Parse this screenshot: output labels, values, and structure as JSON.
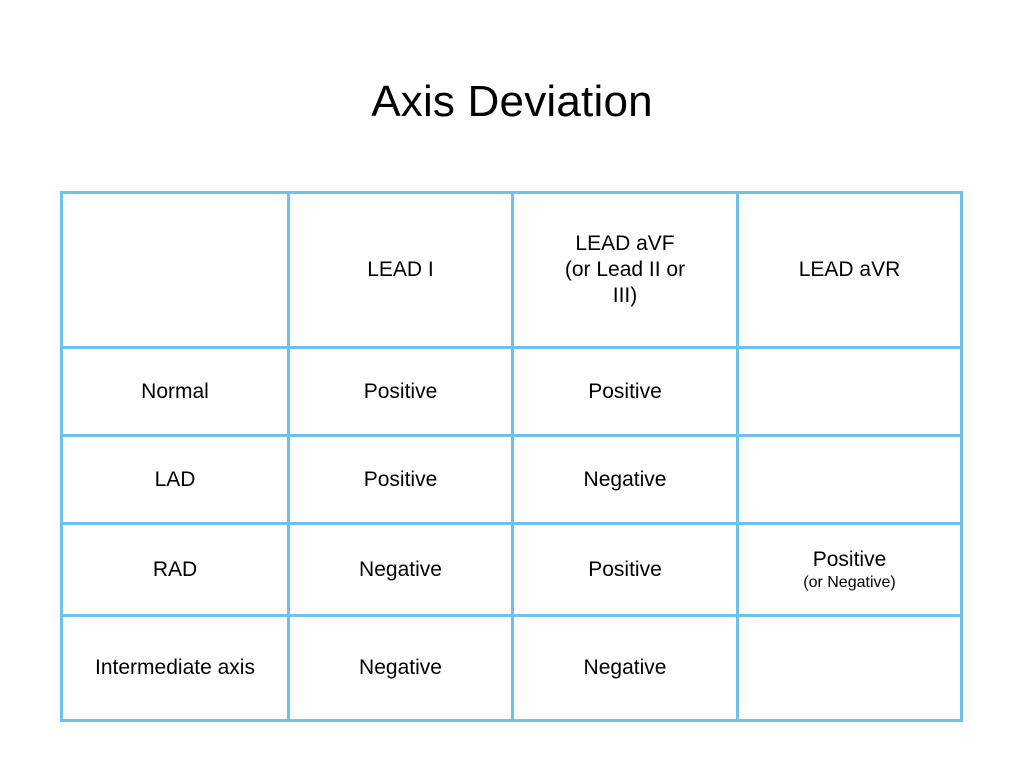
{
  "slide": {
    "title": "Axis Deviation",
    "background_color": "#FFFFFF",
    "border_color": "#6EC1EA",
    "text_color": "#000000"
  },
  "table": {
    "columns": [
      {
        "key": "condition",
        "label": ""
      },
      {
        "key": "lead_i",
        "label": "LEAD I"
      },
      {
        "key": "lead_avf",
        "label": "LEAD aVF\n(or Lead II or\nIII)"
      },
      {
        "key": "lead_avr",
        "label": "LEAD aVR"
      }
    ],
    "header": {
      "corner": "",
      "lead_i": "LEAD I",
      "lead_avf_line1": "LEAD aVF",
      "lead_avf_line2": "(or Lead II or",
      "lead_avf_line3": "III)",
      "lead_avr": "LEAD aVR"
    },
    "rows": [
      {
        "condition": "Normal",
        "lead_i": "Positive",
        "lead_avf": "Positive",
        "lead_avr_main": "",
        "lead_avr_sub": ""
      },
      {
        "condition": "LAD",
        "lead_i": "Positive",
        "lead_avf": "Negative",
        "lead_avr_main": "",
        "lead_avr_sub": ""
      },
      {
        "condition": "RAD",
        "lead_i": "Negative",
        "lead_avf": "Positive",
        "lead_avr_main": "Positive",
        "lead_avr_sub": "(or Negative)"
      },
      {
        "condition": "Intermediate axis",
        "lead_i": "Negative",
        "lead_avf": "Negative",
        "lead_avr_main": "",
        "lead_avr_sub": ""
      }
    ]
  }
}
